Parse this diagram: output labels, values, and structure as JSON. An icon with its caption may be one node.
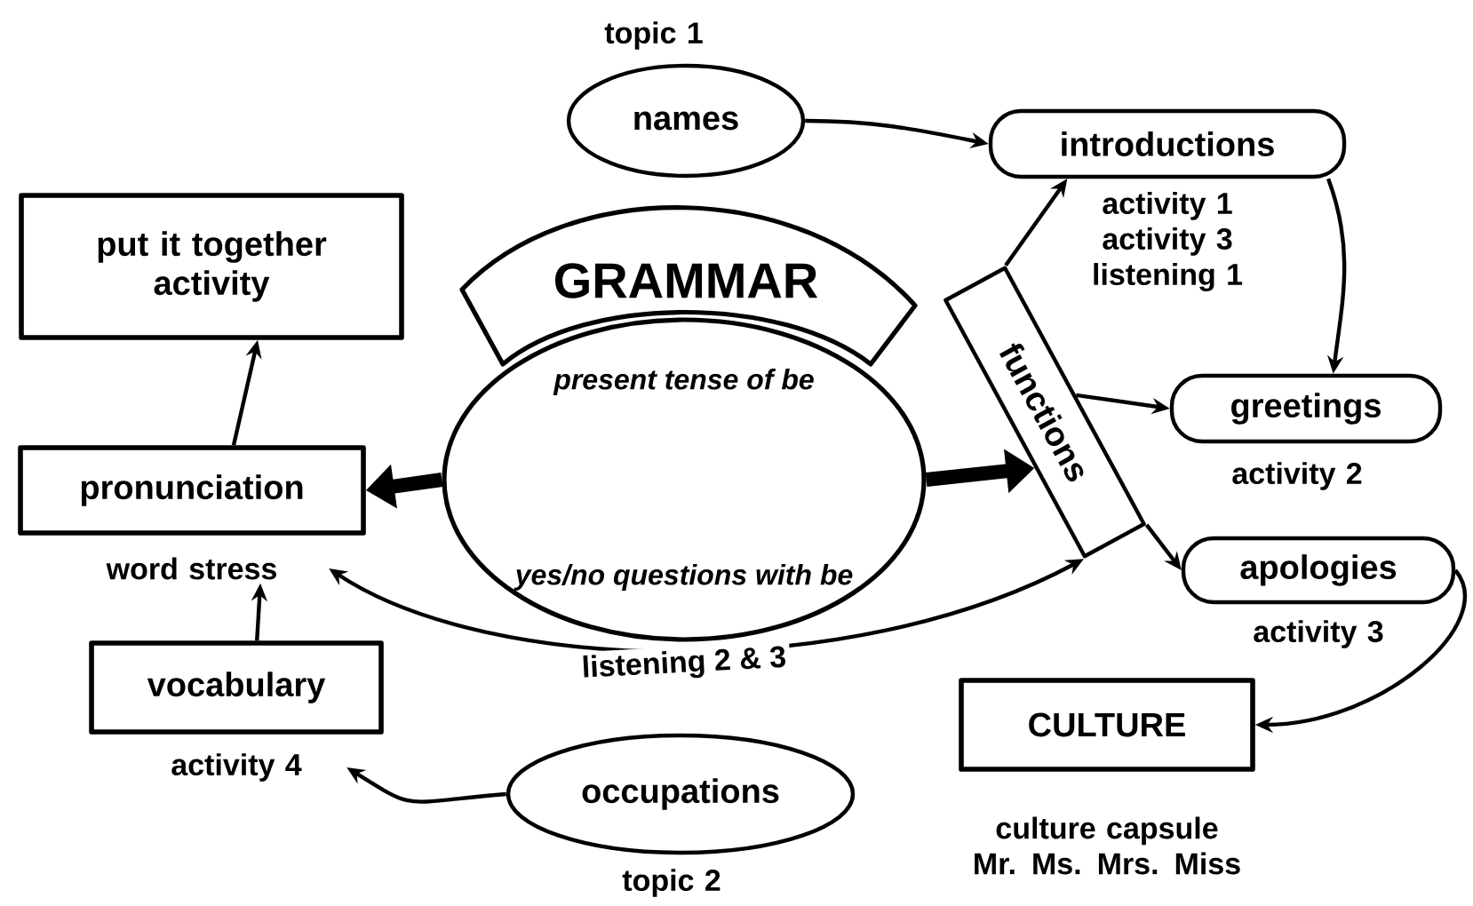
{
  "diagram": {
    "nodes": [
      {
        "text": [
          "names"
        ],
        "beside": [
          "topic 1"
        ]
      },
      {
        "text": [
          "introductions"
        ],
        "beside": [
          "activity 1 activity 3 listening 1"
        ]
      },
      {
        "text": [
          "GRAMMAR"
        ]
      },
      {
        "text": [
          "present tense of be",
          "yes/no questions with be"
        ]
      },
      {
        "text": [
          "functions"
        ]
      },
      {
        "text": [
          "greetings"
        ],
        "beside": [
          "activity 2"
        ]
      },
      {
        "text": [
          "apologies"
        ],
        "beside": [
          "activity 3"
        ]
      },
      {
        "text": [
          "CULTURE"
        ],
        "beside": [
          "culture capsule Mr. Ms. Mrs. Miss"
        ]
      },
      {
        "text": [
          "occupations"
        ],
        "beside": [
          "topic 2"
        ]
      },
      {
        "text": [
          "vocabulary"
        ],
        "beside": [
          "activity 4"
        ]
      },
      {
        "text": [
          "pronunciation"
        ],
        "beside": [
          "word stress"
        ]
      },
      {
        "text": [
          "put it together activity"
        ]
      }
    ],
    "edges": [
      {
        "from": 0,
        "to": 1,
        "arrow": "to"
      },
      {
        "from": 1,
        "to": 5,
        "arrow": "to"
      },
      {
        "from": 4,
        "to": 1,
        "arrow": "to"
      },
      {
        "from": 4,
        "to": 5,
        "arrow": "to"
      },
      {
        "from": 4,
        "to": 6,
        "arrow": "to"
      },
      {
        "from": 6,
        "to": 7,
        "arrow": "to"
      },
      {
        "from": 3,
        "to": 10,
        "arrow": "to",
        "style": "thick"
      },
      {
        "from": 3,
        "to": 4,
        "arrow": "to",
        "style": "thick"
      },
      {
        "from": 10,
        "to": 4,
        "arrow": "both",
        "label": "listening 2 & 3"
      },
      {
        "from": 8,
        "to": 9,
        "arrow": "to"
      },
      {
        "from": 9,
        "to": 10,
        "arrow": "to"
      },
      {
        "from": 10,
        "to": 11,
        "arrow": "to"
      }
    ]
  }
}
